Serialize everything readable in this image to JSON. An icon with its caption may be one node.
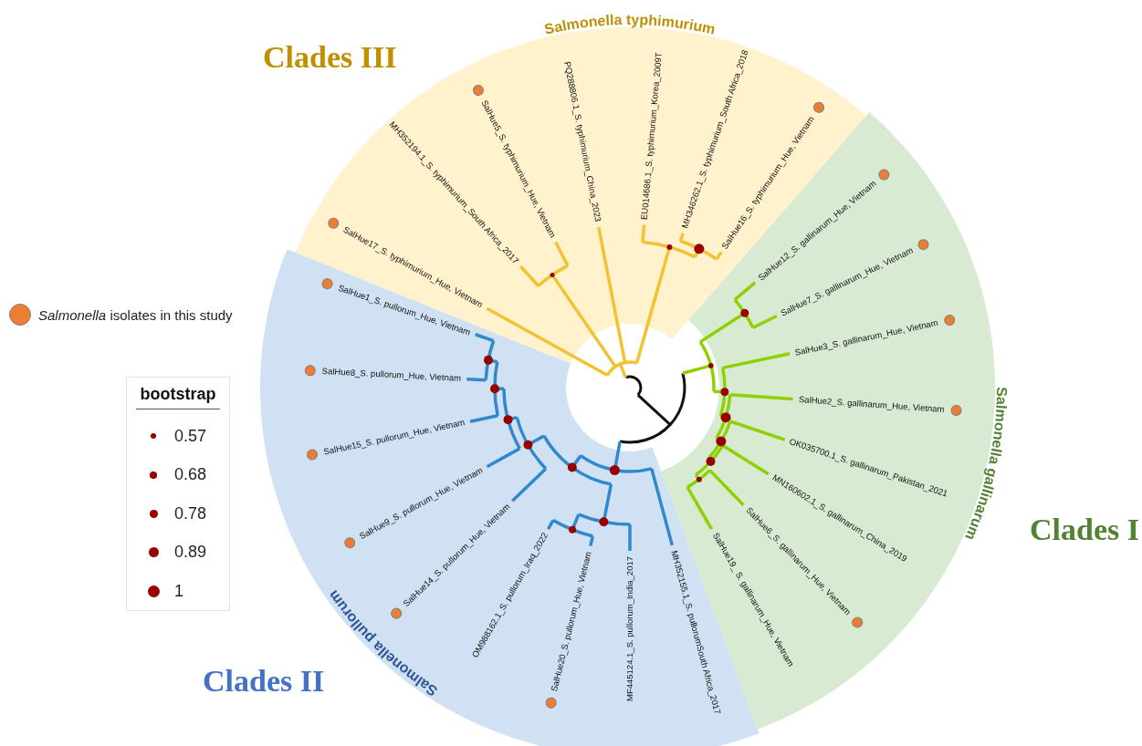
{
  "diagram": {
    "labels": [
      "Clades III",
      "Salmonella typhimurium",
      "SalHue17_S. typhimurium_Hue, Vietnam",
      "MH352194.1_S. typhimurium_South Africa_2017",
      "SalHue5_S. typhimurium_Hue, Vietnam",
      "PQ288806.1_S. typhimurium_China_2023",
      "EU014686.1_S. typhimurium_Korea_2009T",
      "MH346262.1_S. typhimurium_South Africa_2018",
      "SalHue16_S. typhimurium_Hue, Vietnam",
      "SalHue12_S. gallinarum_Hue, Vietnam",
      "SalHue7_S. gallinarum_Hue, Vietnam",
      "SalHue3_S. gallinarum_Hue, Vietnam",
      "SalHue2_S. gallinarum_Hue, Vietnam",
      "OK035700.1_S. gallinarum_Pakistan_2021",
      "MN160602.1_S. gallinarum_China_2019",
      "SalHue6_S. gallinarum_Hue, Vietnam",
      "SalHue19_ S. gallinarum_Hue, Vietnam",
      "SalHue1_S. pullorum_Hue, Vietnam",
      "SalHue8_S. pullorum_Hue, Vietnam",
      "SalHue15_S. pullorum_Hue, Vietnam",
      "SalHue9_S. pullorum_Hue, Vietnam",
      "SalHue14_S. pullorum_Hue, Vietnam",
      "OM988162.1_S. pullorum_Iraq_2022",
      "SalHue20_S. pullorum_Hue, Vietnam",
      "MF445124.1_S. pullorum_India_2017",
      "MH352155.1_S. pullorumSouth Africa_2017",
      "Salmonella gallinarum",
      "Clades I",
      "Salmonella pullorum",
      "Clades II",
      "bootstrap"
    ],
    "legend": [
      {
        "text": "*Salmonella* isolates in this study",
        "color": "#ed7d31"
      },
      {
        "text": "0.57"
      },
      {
        "text": "0.68"
      },
      {
        "text": "0.78"
      },
      {
        "text": "0.89"
      },
      {
        "text": "1"
      }
    ]
  }
}
